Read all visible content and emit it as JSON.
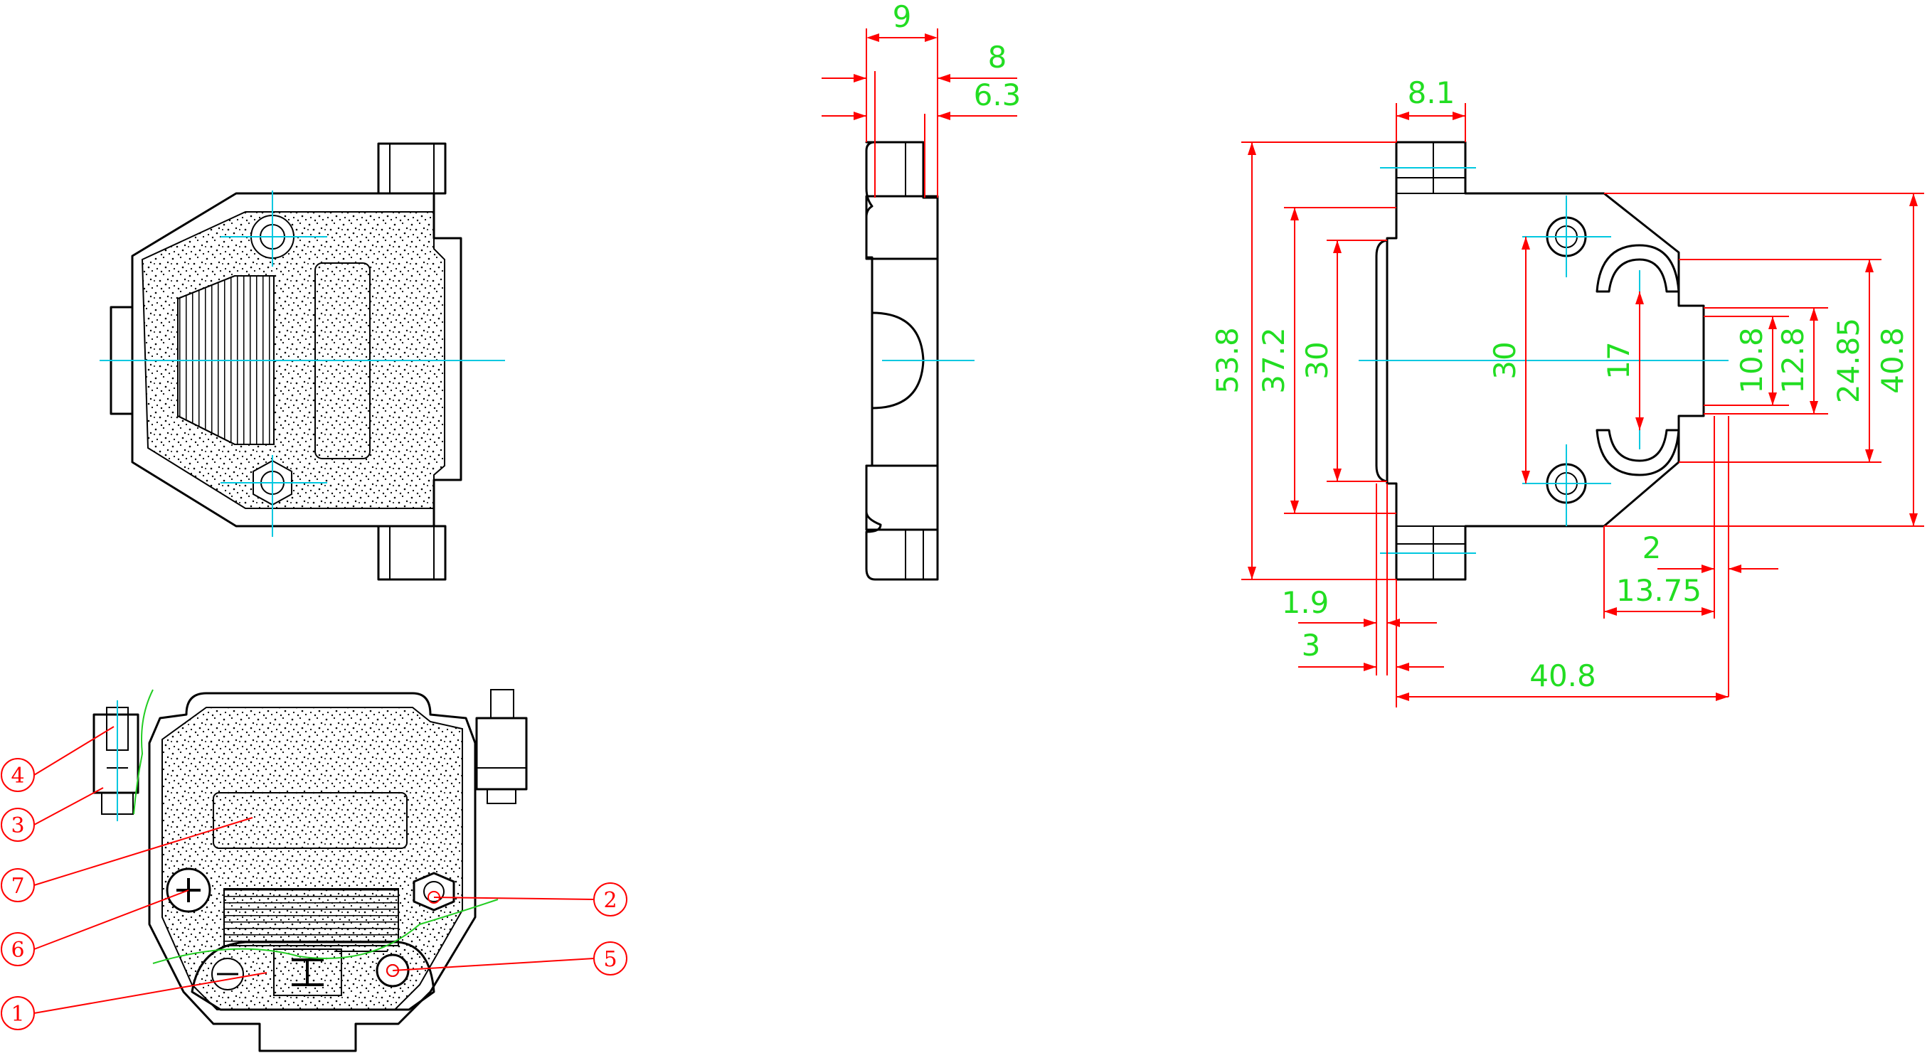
{
  "dimensions": {
    "side_width": "9",
    "side_depth_a": "8",
    "side_depth_b": "6.3",
    "flange_width": "8.1",
    "overall_height": "53.8",
    "body_height": "37.2",
    "inner_height_left": "30",
    "inner_height_mid": "30",
    "slot_height": "17",
    "cable_opening": "10.8",
    "cable_opening_b": "12.8",
    "clamp_height": "24.85",
    "right_height": "40.8",
    "step_small": "2",
    "step_depth": "13.75",
    "wall_a": "1.9",
    "wall_b": "3",
    "overall_length": "40.8"
  },
  "callouts": [
    "1",
    "2",
    "3",
    "4",
    "5",
    "6",
    "7"
  ],
  "colors": {
    "outline": "#000000",
    "centerline": "#00c8e0",
    "dimension_line": "#ff0000",
    "dimension_text": "#22dd22",
    "callout": "#ff0000"
  }
}
